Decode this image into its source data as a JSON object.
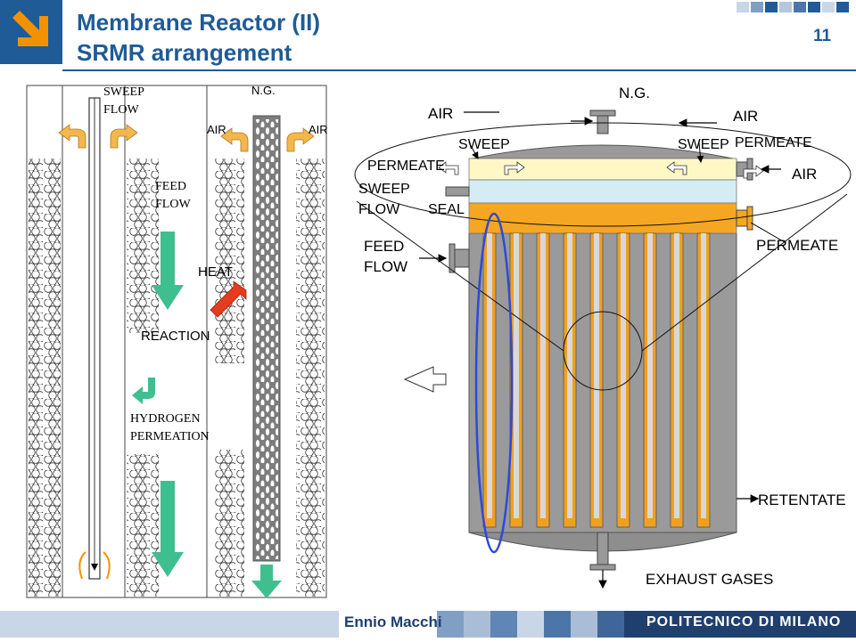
{
  "header": {
    "title_line1": "Membrane Reactor (II)",
    "title_line2": "SRMR arrangement",
    "page_number": "11"
  },
  "footer": {
    "author": "Ennio Macchi",
    "brand": "POLITECNICO DI MILANO"
  },
  "left_diagram": {
    "sweep_flow": [
      "SWEEP",
      "FLOW"
    ],
    "feed_flow": [
      "FEED",
      "FLOW"
    ],
    "air_left": "AIR",
    "ng": "N.G.",
    "air_right": "AIR",
    "heat": "HEAT",
    "reaction": "REACTION",
    "hydrogen_permeation": [
      "HYDROGEN",
      "PERMEATION"
    ]
  },
  "right_diagram": {
    "air_top_left": "AIR",
    "ng": "N.G.",
    "air_top_right": "AIR",
    "sweep_left": "SWEEP",
    "sweep_right": "SWEEP",
    "permeate_top": "PERMEATE",
    "permeate_left": "PERMEATE",
    "air_right": "AIR",
    "sweep_flow": [
      "SWEEP",
      "FLOW"
    ],
    "seal": "SEAL",
    "feed_flow": [
      "FEED",
      "FLOW"
    ],
    "permeate_right": "PERMEATE",
    "retentate": "RETENTATE",
    "exhaust_gases": "EXHAUST GASES"
  },
  "colors": {
    "title": "#1f5b96",
    "logo_orange": "#f39200",
    "arrow_orange": "#f4b74c",
    "arrow_green": "#3fbf8f",
    "heat_arrow": "#e53b1f",
    "membrane_orange": "#f0a020",
    "header_yellow": "#fff8c4",
    "header_lightblue": "#d4ecf4",
    "header_orange": "#f5a623",
    "vessel_grey": "#9a9a9a",
    "ellipse_blue": "#2f49d6",
    "footer_blue": "#1f3f6f"
  }
}
